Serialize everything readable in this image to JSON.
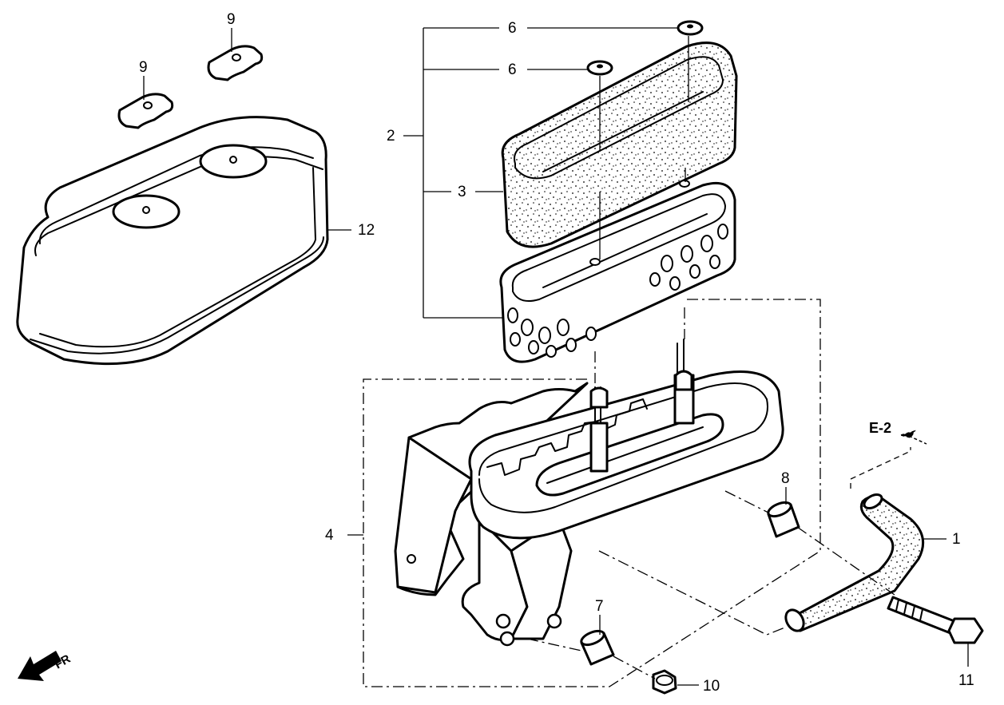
{
  "callouts": {
    "c1": "1",
    "c2": "2",
    "c3": "3",
    "c4": "4",
    "c6a": "6",
    "c6b": "6",
    "c7": "7",
    "c8": "8",
    "c9a": "9",
    "c9b": "9",
    "c10": "10",
    "c11": "11",
    "c12": "12"
  },
  "reference": "E-2",
  "direction": "FR",
  "icons": {
    "direction": "front-arrow-icon",
    "reference": "reference-arrow-icon"
  }
}
